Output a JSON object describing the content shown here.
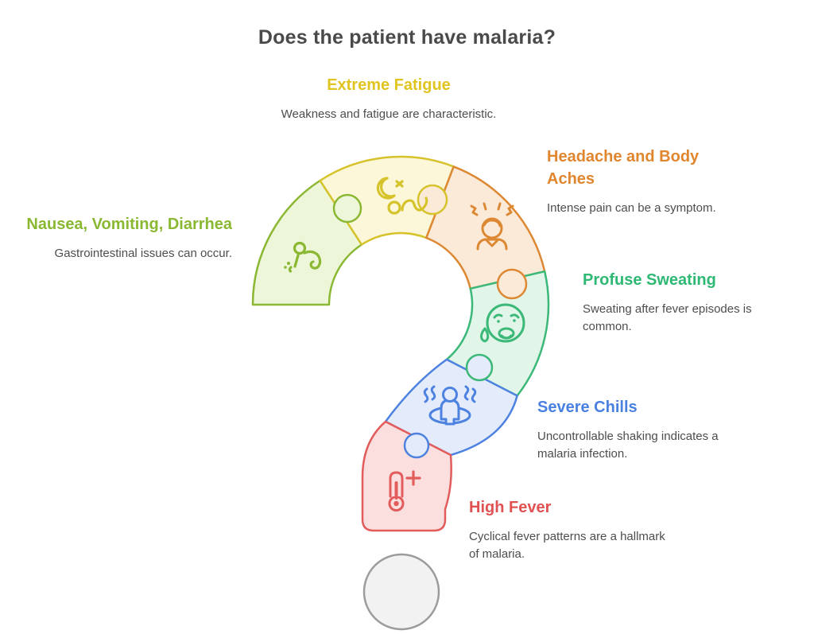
{
  "title": "Does the patient have malaria?",
  "symptoms": {
    "fatigue": {
      "label": "Extreme Fatigue",
      "desc": "Weakness and fatigue are characteristic.",
      "icon": "moon-sleeping-person-icon"
    },
    "headache": {
      "label": "Headache and Body Aches",
      "desc": "Intense pain can be a symptom.",
      "icon": "person-headache-icon"
    },
    "nausea": {
      "label": "Nausea, Vomiting, Diarrhea",
      "desc": "Gastrointestinal issues can occur.",
      "icon": "person-crawling-vomit-icon"
    },
    "sweating": {
      "label": "Profuse Sweating",
      "desc": "Sweating after fever episodes is common.",
      "icon": "sweating-face-icon"
    },
    "chills": {
      "label": "Severe Chills",
      "desc": "Uncontrollable shaking indicates a malaria infection.",
      "icon": "shivering-person-icon"
    },
    "fever": {
      "label": "High Fever",
      "desc": "Cyclical fever patterns are a hallmark of malaria.",
      "icon": "thermometer-plus-icon"
    }
  },
  "colors": {
    "title_text": "#4a4a4a",
    "body_text": "#4d4d4d",
    "lime_text": "#8ab832",
    "yellow_text": "#e0c41f",
    "orange_text": "#e0862e",
    "green_text": "#2eb873",
    "blue_text": "#4a80e0",
    "red_text": "#e05252",
    "lime_stroke": "#8ab832",
    "lime_fill": "#eef6d9",
    "yellow_stroke": "#d6c32b",
    "yellow_fill": "#fcf7d9",
    "orange_stroke": "#dd8833",
    "orange_fill": "#fcead9",
    "green_stroke": "#3cb878",
    "green_fill": "#e1f5e9",
    "blue_stroke": "#4e82e0",
    "blue_fill": "#e4ecfb",
    "red_stroke": "#e25c5c",
    "red_fill": "#fbdfdf",
    "dot_stroke": "#9c9c9c",
    "dot_fill": "#f2f2f2"
  }
}
